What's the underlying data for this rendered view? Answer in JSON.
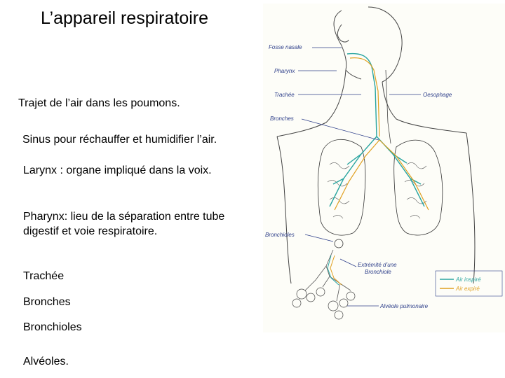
{
  "title": "L’appareil respiratoire",
  "bullets": [
    "Trajet de l’air dans les poumons.",
    "Sinus pour réchauffer et humidifier l’air.",
    "Larynx : organe impliqué dans la voix.",
    "Pharynx: lieu de la séparation entre tube digestif et voie respiratoire.",
    "Trachée",
    "Bronches",
    "Bronchioles",
    "Alvéoles."
  ],
  "figure": {
    "labels": {
      "fosse_nasale": "Fosse nasale",
      "pharynx": "Pharynx",
      "trachee": "Trachée",
      "bronches": "Bronches",
      "oesophage": "Oesophage",
      "bronchioles": "Bronchioles",
      "extremite_line1": "Extrémité d’une",
      "extremite_line2": "Bronchiole",
      "alveole": "Alvéole pulmonaire"
    },
    "legend": {
      "inspire": "Air inspiré",
      "expire": "Air expiré"
    },
    "colors": {
      "inspire": "#2aa5a0",
      "expire": "#e0a020",
      "label": "#2e3f8a"
    }
  }
}
